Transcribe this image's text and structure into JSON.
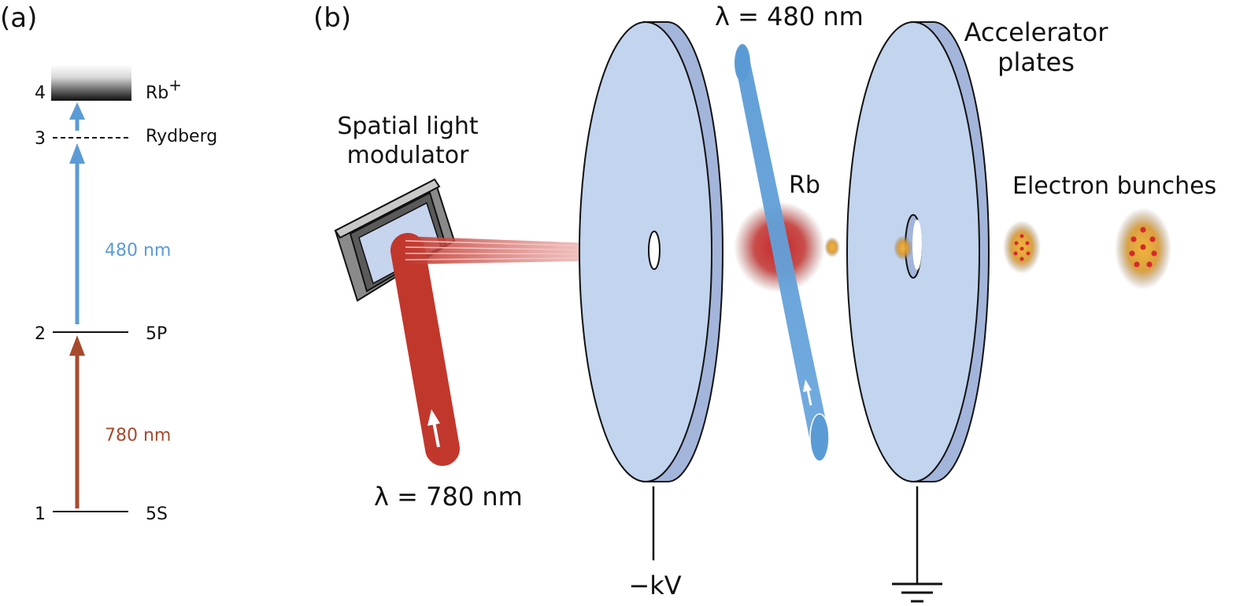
{
  "panel_a": {
    "panel_label": "(a)",
    "levels": [
      {
        "number": "1",
        "name": "5S"
      },
      {
        "number": "2",
        "name": "5P"
      },
      {
        "number": "3",
        "name": "Rydberg"
      },
      {
        "number": "4",
        "name": "Rb",
        "superscript": "+"
      }
    ],
    "transition_blue": "480 nm",
    "transition_red": "780 nm"
  },
  "panel_b": {
    "panel_label": "(b)",
    "slm_label_line1": "Spatial light",
    "slm_label_line2": "modulator",
    "red_beam_label": "λ = 780 nm",
    "blue_beam_label": "λ = 480 nm",
    "atom_label": "Rb",
    "plates_label_line1": "Accelerator",
    "plates_label_line2": "plates",
    "bunches_label": "Electron bunches",
    "voltage_label": "−kV"
  },
  "colors": {
    "blue_beam": "#5b9bd5",
    "red_beam": "#c2372c",
    "red_transition": "#a84a2d",
    "plate_face": "#c2d4ee",
    "plate_edge": "#a3b5db",
    "bunch_dot": "#d42a2a"
  }
}
